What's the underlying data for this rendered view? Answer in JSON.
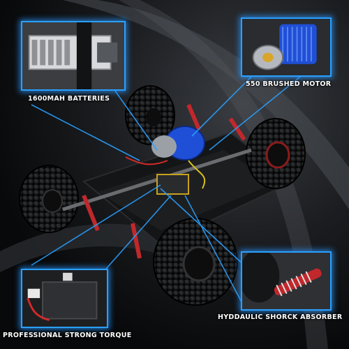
{
  "labels": {
    "batteries": "1600MAH BATTERIES",
    "motor": "550 BRUSHED MOTOR",
    "torque": "PROFESSIONAL STRONG TORQUE",
    "absorber": "HYDDAULIC SHORCK ABSORBER"
  },
  "colors": {
    "accent_blue": "#2aa0ff",
    "shock_red": "#c0282c",
    "motor_blue": "#1f4fd6",
    "wheel_rim_red": "#8a1c1c"
  },
  "icons": [
    "battery-pack",
    "electric-motor",
    "receiver-box",
    "shock-absorber"
  ]
}
